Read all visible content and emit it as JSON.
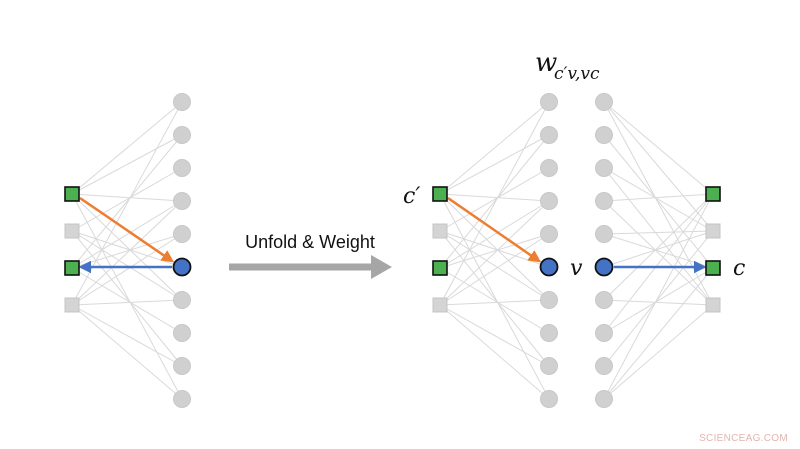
{
  "diagram": {
    "transform_label": "Unfold & Weight",
    "weight_label_main": "w",
    "weight_label_sub": "c′v,vc",
    "label_c_prime": "c′",
    "label_v": "v",
    "label_c": "c",
    "watermark": "SCIENCEAG.COM"
  },
  "colors": {
    "check_green": "#4caf50",
    "check_gray": "#d4d4d4",
    "variable_gray": "#d0d0d0",
    "variable_blue": "#4472c4",
    "orange_arrow": "#ed7d31",
    "blue_arrow": "#4472c4",
    "gray_arrow": "#a6a6a6",
    "edge_gray": "#d9d9d9"
  },
  "icons": {
    "check_node": "square-node-icon",
    "variable_node": "circle-node-icon"
  },
  "graph": {
    "left_check_states": [
      "active",
      "inactive",
      "active",
      "inactive"
    ],
    "right_check_states": [
      "active",
      "inactive",
      "active",
      "inactive"
    ],
    "variable_count": 10,
    "highlight_variable_index": 5
  }
}
